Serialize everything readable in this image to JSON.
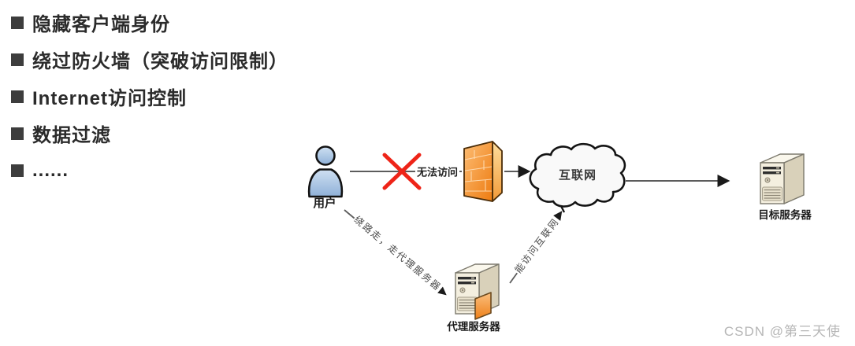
{
  "bullets": {
    "items": [
      {
        "text": "隐藏客户端身份"
      },
      {
        "text": "绕过防火墙（突破访问限制）"
      },
      {
        "text": "Internet访问控制"
      },
      {
        "text": "数据过滤"
      },
      {
        "text": "......"
      }
    ]
  },
  "diagram": {
    "nodes": {
      "user": {
        "label": "用户"
      },
      "internet": {
        "label": "互联网"
      },
      "proxy_server": {
        "label": "代理服务器"
      },
      "target_server": {
        "label": "目标服务器"
      }
    },
    "edges": {
      "blocked": {
        "label": "无法访问"
      },
      "detour": {
        "label": "绕路走，走代理服务器"
      },
      "via_proxy": {
        "label": "能访问互联网"
      }
    }
  },
  "watermark": {
    "text": "CSDN @第三天使"
  },
  "colors": {
    "blocked_x_red": "#ee2418",
    "firewall_orange": "#f08020",
    "user_blue": "#a9c4e2",
    "server_beige": "#f2ecda",
    "watermark_gray": "#b6b6b6"
  }
}
